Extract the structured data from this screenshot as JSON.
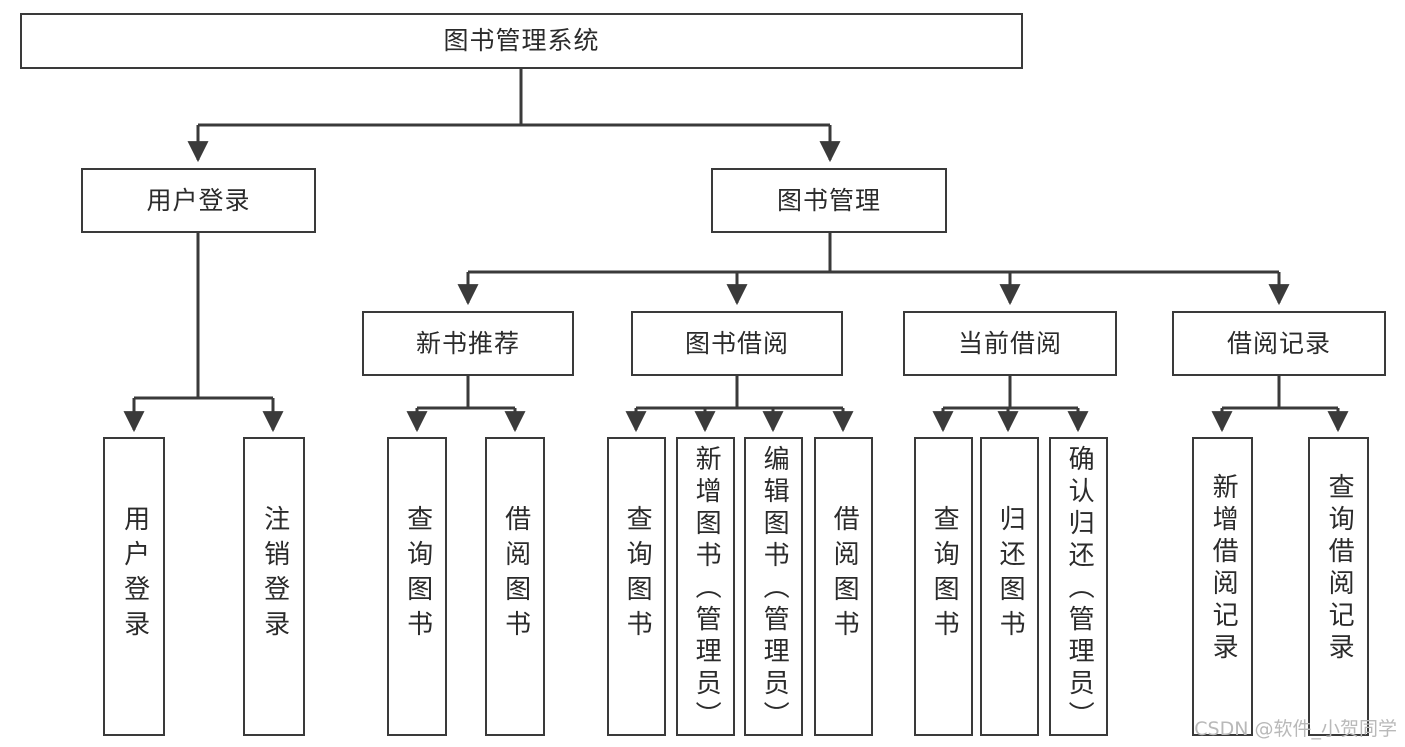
{
  "diagram": {
    "type": "tree-hierarchy-chart",
    "title": "图书管理系统",
    "stroke_color": "#3a3a3a",
    "background_color": "#ffffff",
    "text_color": "#2b2b2b"
  },
  "nodes": {
    "root": {
      "label": "图书管理系统"
    },
    "level2": [
      {
        "id": "user-login",
        "label": "用户登录"
      },
      {
        "id": "book-management",
        "label": "图书管理"
      }
    ],
    "level3": [
      {
        "id": "new-book-recommend",
        "label": "新书推荐"
      },
      {
        "id": "book-borrow",
        "label": "图书借阅"
      },
      {
        "id": "current-borrow",
        "label": "当前借阅"
      },
      {
        "id": "borrow-record",
        "label": "借阅记录"
      }
    ],
    "leaves": [
      {
        "id": "leaf-user-login",
        "label": "用户登录",
        "parent": "user-login"
      },
      {
        "id": "leaf-user-logout",
        "label": "注销登录",
        "parent": "user-login"
      },
      {
        "id": "leaf-query-book-1",
        "label": "查询图书",
        "parent": "new-book-recommend"
      },
      {
        "id": "leaf-borrow-book-1",
        "label": "借阅图书",
        "parent": "new-book-recommend"
      },
      {
        "id": "leaf-query-book-2",
        "label": "查询图书",
        "parent": "book-borrow"
      },
      {
        "id": "leaf-add-book",
        "label": "新增图书（管理员）",
        "parent": "book-borrow"
      },
      {
        "id": "leaf-edit-book",
        "label": "编辑图书（管理员）",
        "parent": "book-borrow"
      },
      {
        "id": "leaf-borrow-book-2",
        "label": "借阅图书",
        "parent": "book-borrow"
      },
      {
        "id": "leaf-query-book-3",
        "label": "查询图书",
        "parent": "current-borrow"
      },
      {
        "id": "leaf-return-book",
        "label": "归还图书",
        "parent": "current-borrow"
      },
      {
        "id": "leaf-confirm-return",
        "label": "确认归还（管理员）",
        "parent": "current-borrow"
      },
      {
        "id": "leaf-add-record",
        "label": "新增借阅记录",
        "parent": "borrow-record"
      },
      {
        "id": "leaf-query-record",
        "label": "查询借阅记录",
        "parent": "borrow-record"
      }
    ]
  },
  "watermark": {
    "text": "CSDN @软件_小贺同学"
  }
}
